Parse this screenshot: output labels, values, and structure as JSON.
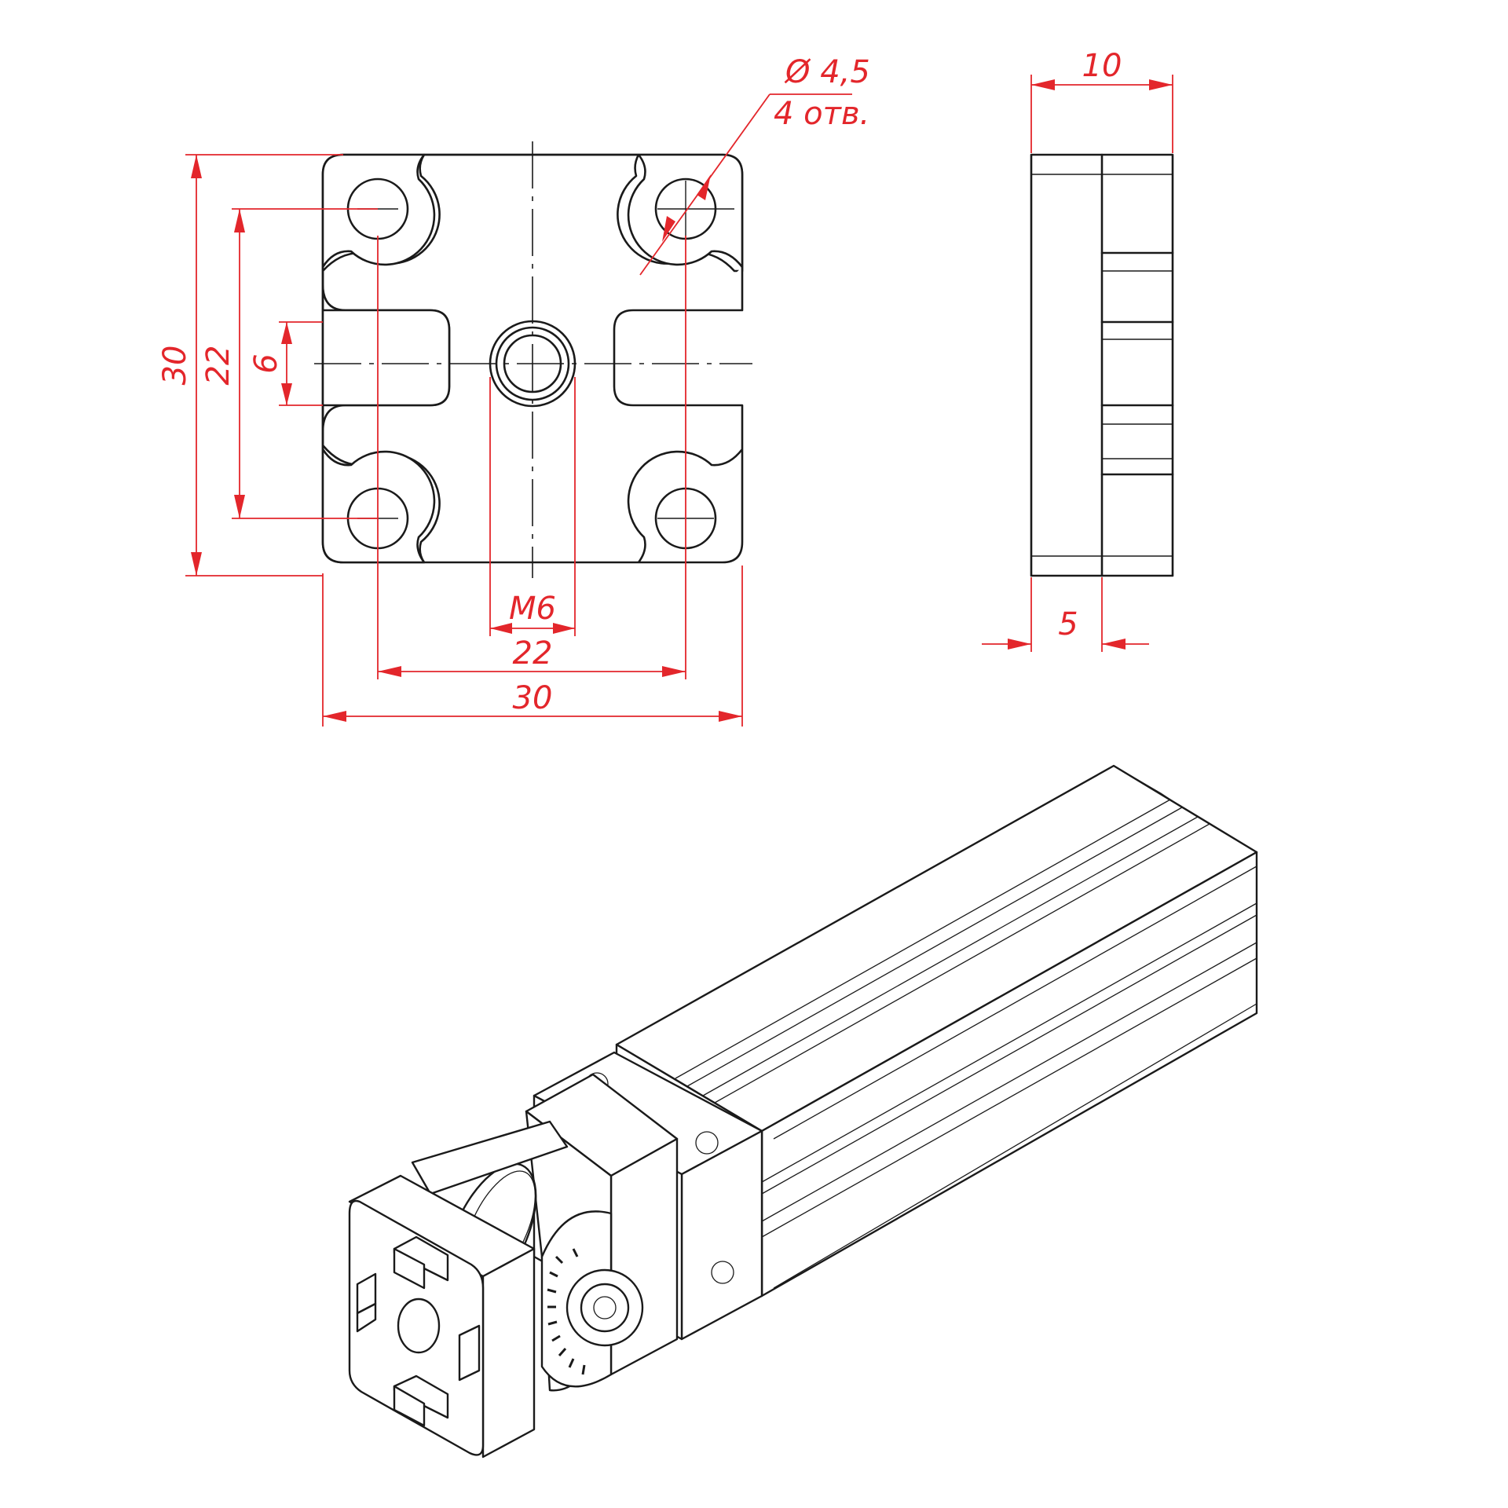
{
  "colors": {
    "dimension": "#e3262b",
    "outline": "#1a1a1a",
    "background": "#ffffff"
  },
  "front_view": {
    "overall_width": "30",
    "overall_height": "30",
    "hole_spacing_horizontal": "22",
    "hole_spacing_vertical": "22",
    "slot_width": "6",
    "thread": "M6",
    "hole_diameter": "Ø 4,5",
    "hole_count": "4 отв."
  },
  "side_view": {
    "thickness": "10",
    "flange": "5"
  }
}
